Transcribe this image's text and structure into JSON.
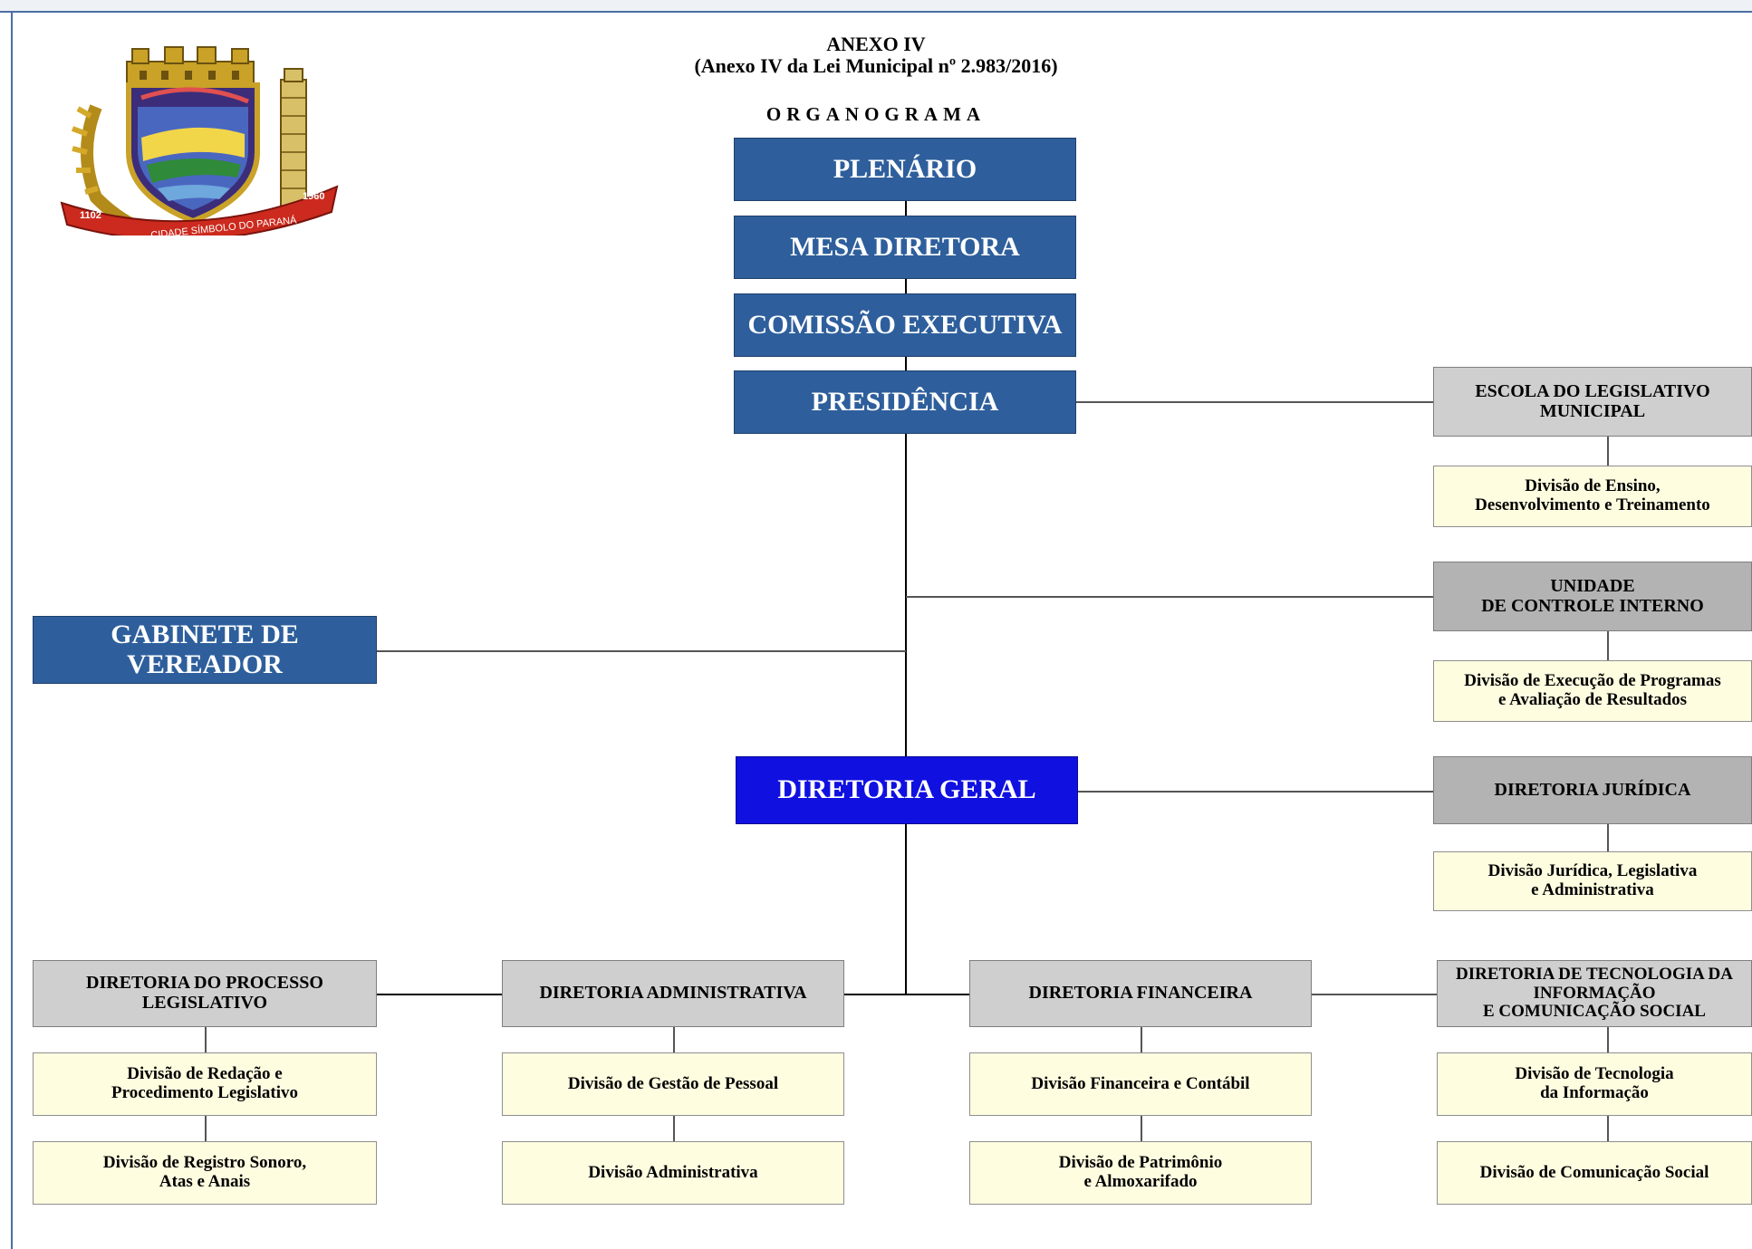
{
  "header": {
    "annex_title": "ANEXO IV",
    "annex_subtitle": "(Anexo IV da Lei Municipal  nº 2.983/2016)",
    "chart_title": "ORGANOGRAMA"
  },
  "logo": {
    "banner_text": "CIDADE SÍMBOLO DO PARANÁ",
    "year_left": "1102",
    "year_right": "1960"
  },
  "org": {
    "plenario": "PLENÁRIO",
    "mesa": "MESA DIRETORA",
    "comissao": "COMISSÃO EXECUTIVA",
    "presidencia": "PRESIDÊNCIA",
    "gabinete": "GABINETE DE\nVEREADOR",
    "diretoria_geral": "DIRETORIA GERAL",
    "escola": "ESCOLA DO LEGISLATIVO\nMUNICIPAL",
    "escola_div": "Divisão de Ensino,\nDesenvolvimento e Treinamento",
    "controle": "UNIDADE\nDE CONTROLE INTERNO",
    "controle_div": "Divisão de Execução de Programas\ne Avaliação de Resultados",
    "juridica": "DIRETORIA JURÍDICA",
    "juridica_div": "Divisão Jurídica, Legislativa\ne Administrativa",
    "processo": "DIRETORIA DO PROCESSO\nLEGISLATIVO",
    "processo_div1": "Divisão de Redação e\nProcedimento Legislativo",
    "processo_div2": "Divisão de Registro Sonoro,\nAtas e Anais",
    "administrativa": "DIRETORIA ADMINISTRATIVA",
    "administrativa_div1": "Divisão de Gestão de Pessoal",
    "administrativa_div2": "Divisão Administrativa",
    "financeira": "DIRETORIA FINANCEIRA",
    "financeira_div1": "Divisão Financeira e Contábil",
    "financeira_div2": "Divisão de Patrimônio\ne Almoxarifado",
    "tecnologia": "DIRETORIA DE TECNOLOGIA DA\nINFORMAÇÃO\nE COMUNICAÇÃO SOCIAL",
    "tecnologia_div1": "Divisão de Tecnologia\nda Informação",
    "tecnologia_div2": "Divisão de Comunicação Social"
  },
  "colors": {
    "primary_blue": "#2e5f9c",
    "director_blue": "#1010e0",
    "gray_box": "#cfcfcf",
    "dark_gray_box": "#b3b3b3",
    "division_yellow": "#fffde0"
  }
}
